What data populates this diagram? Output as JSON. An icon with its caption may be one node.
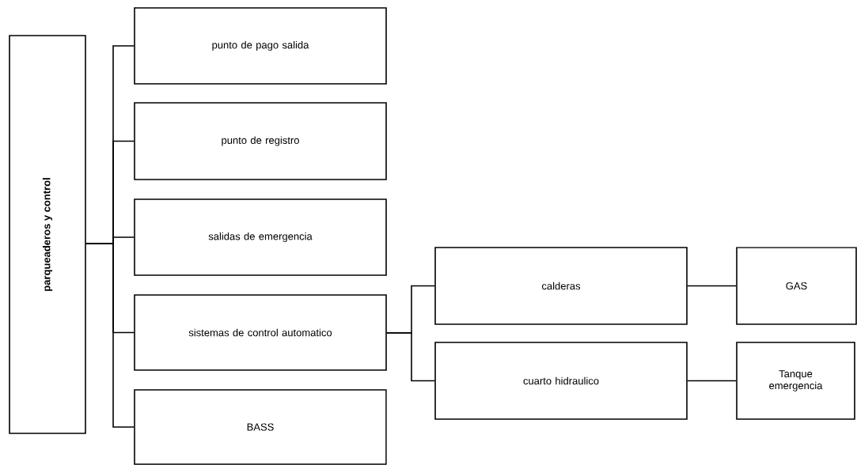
{
  "diagram": {
    "nodes": [
      {
        "text": [
          "parqueaderos y control"
        ]
      },
      {
        "text": [
          "punto de pago salida"
        ]
      },
      {
        "text": [
          "punto de registro"
        ]
      },
      {
        "text": [
          "salidas de emergencia"
        ]
      },
      {
        "text": [
          "sistemas de control automatico"
        ]
      },
      {
        "text": [
          "BASS"
        ]
      },
      {
        "text": [
          "calderas"
        ]
      },
      {
        "text": [
          "cuarto hidraulico"
        ]
      },
      {
        "text": [
          "GAS"
        ]
      },
      {
        "text": [
          "Tanque emergencia"
        ]
      }
    ],
    "edges": [
      {
        "from": 0,
        "to": 1,
        "arrow": "none"
      },
      {
        "from": 0,
        "to": 2,
        "arrow": "none"
      },
      {
        "from": 0,
        "to": 3,
        "arrow": "none"
      },
      {
        "from": 0,
        "to": 4,
        "arrow": "none"
      },
      {
        "from": 0,
        "to": 5,
        "arrow": "none"
      },
      {
        "from": 4,
        "to": 6,
        "arrow": "none"
      },
      {
        "from": 4,
        "to": 7,
        "arrow": "none"
      },
      {
        "from": 6,
        "to": 8,
        "arrow": "none"
      },
      {
        "from": 7,
        "to": 9,
        "arrow": "none"
      }
    ]
  }
}
